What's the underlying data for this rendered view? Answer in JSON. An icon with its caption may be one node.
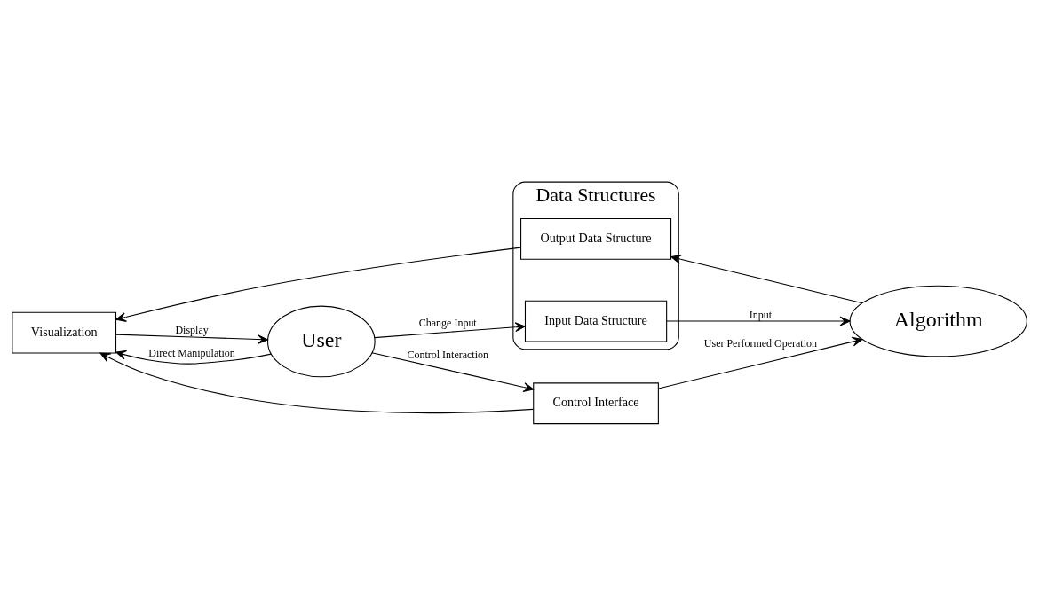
{
  "diagram": {
    "nodes": [
      {
        "text": [
          "Algorithm"
        ]
      },
      {
        "text": [
          "Data Structures"
        ]
      },
      {
        "text": [
          "Output Data Structure"
        ],
        "in": 1
      },
      {
        "text": [
          "Input Data Structure"
        ],
        "in": 1
      },
      {
        "text": [
          "Control Interface"
        ]
      },
      {
        "text": [
          "Visualization"
        ]
      },
      {
        "text": [
          "User"
        ]
      }
    ],
    "edges": [
      {
        "from": 0,
        "to": 2,
        "arrow": "to"
      },
      {
        "from": 2,
        "to": 5,
        "arrow": "to"
      },
      {
        "from": 5,
        "to": 6,
        "arrow": "to",
        "label": "Display"
      },
      {
        "from": 6,
        "to": 5,
        "arrow": "to",
        "label": "Direct Manipulation"
      },
      {
        "from": 6,
        "to": 4,
        "arrow": "to",
        "label": "Control Interaction"
      },
      {
        "from": 4,
        "to": 0,
        "arrow": "to",
        "label": "User Performed Operation"
      },
      {
        "from": 4,
        "to": 5,
        "arrow": "to"
      },
      {
        "from": 6,
        "to": 3,
        "arrow": "to",
        "label": "Change Input"
      },
      {
        "from": 3,
        "to": 0,
        "arrow": "to",
        "label": "Input"
      }
    ]
  }
}
